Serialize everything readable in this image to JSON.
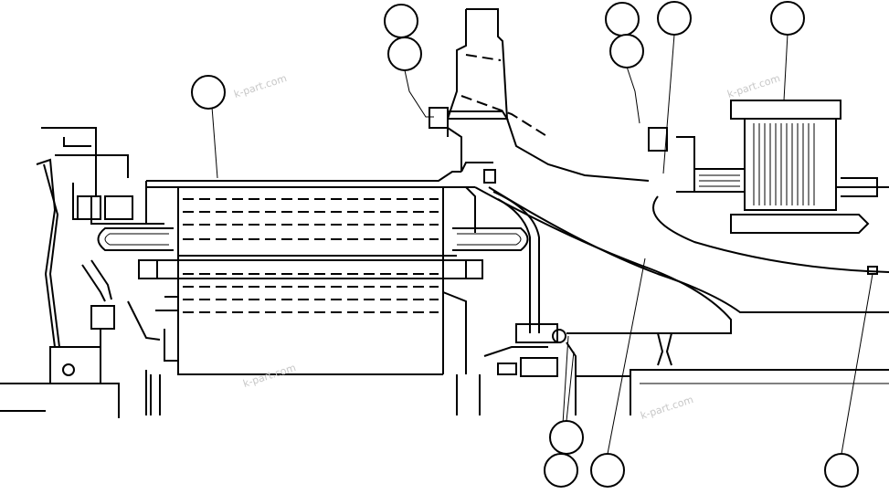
{
  "watermarks": [
    "k-part.com",
    "k-part.com",
    "k-part.com",
    "k-part.com"
  ],
  "callouts": [
    "",
    "",
    "",
    "",
    "",
    "",
    "",
    "",
    "",
    "",
    ""
  ]
}
